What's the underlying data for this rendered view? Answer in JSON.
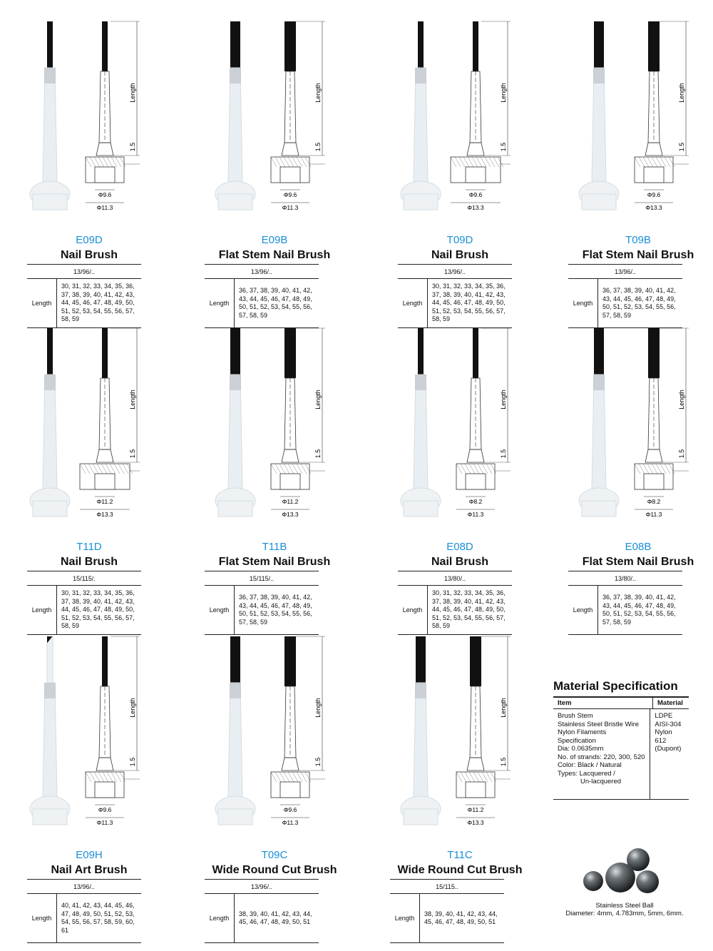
{
  "products": [
    {
      "code": "E09D",
      "name": "Nail Brush",
      "size": "13/96/..",
      "length_label": "Length",
      "lengths": "30, 31, 32, 33, 34, 35, 36, 37, 38, 39, 40, 41, 42, 43, 44, 45, 46, 47, 48, 49, 50, 51, 52, 53, 54, 55, 56, 57, 58, 59",
      "dim_length": "Length",
      "dim_step": "1.5",
      "dim_inner": "Φ9.6",
      "dim_outer": "Φ11.3"
    },
    {
      "code": "E09B",
      "name": "Flat Stem Nail Brush",
      "size": "13/96/..",
      "length_label": "Length",
      "lengths": "36, 37, 38, 39, 40, 41, 42, 43, 44, 45, 46, 47, 48, 49, 50, 51, 52, 53, 54, 55, 56, 57, 58, 59",
      "dim_length": "Length",
      "dim_step": "1.5",
      "dim_inner": "Φ9.6",
      "dim_outer": "Φ11.3"
    },
    {
      "code": "T09D",
      "name": "Nail Brush",
      "size": "13/96/..",
      "length_label": "Length",
      "lengths": "30, 31, 32, 33, 34, 35, 36, 37, 38, 39, 40, 41, 42, 43, 44, 45, 46, 47, 48, 49, 50, 51, 52, 53, 54, 55, 56, 57, 58, 59",
      "dim_length": "Length",
      "dim_step": "1.5",
      "dim_inner": "Φ9.6",
      "dim_outer": "Φ13.3"
    },
    {
      "code": "T09B",
      "name": "Flat Stem Nail Brush",
      "size": "13/96/..",
      "length_label": "Length",
      "lengths": "36, 37, 38, 39, 40, 41, 42, 43, 44, 45, 46, 47, 48, 49, 50, 51, 52, 53, 54, 55, 56, 57, 58, 59",
      "dim_length": "Length",
      "dim_step": "1.5",
      "dim_inner": "Φ9.6",
      "dim_outer": "Φ13.3"
    },
    {
      "code": "T11D",
      "name": "Nail Brush",
      "size": "15/115/.",
      "length_label": "Length",
      "lengths": "30, 31, 32, 33, 34, 35, 36, 37, 38, 39, 40, 41, 42, 43, 44, 45, 46, 47, 48, 49, 50, 51, 52, 53, 54, 55, 56, 57, 58, 59",
      "dim_length": "Length",
      "dim_step": "1.5",
      "dim_inner": "Φ11.2",
      "dim_outer": "Φ13.3"
    },
    {
      "code": "T11B",
      "name": "Flat Stem Nail Brush",
      "size": "15/115/..",
      "length_label": "Length",
      "lengths": "36, 37, 38, 39, 40, 41, 42, 43, 44, 45, 46, 47, 48, 49, 50, 51, 52, 53, 54, 55, 56, 57, 58, 59",
      "dim_length": "Length",
      "dim_step": "1.5",
      "dim_inner": "Φ11.2",
      "dim_outer": "Φ13.3"
    },
    {
      "code": "E08D",
      "name": "Nail Brush",
      "size": "13/80/..",
      "length_label": "Length",
      "lengths": "30, 31, 32, 33, 34, 35, 36, 37, 38, 39, 40, 41, 42, 43, 44, 45, 46, 47, 48, 49, 50, 51, 52, 53, 54, 55, 56, 57, 58, 59",
      "dim_length": "Length",
      "dim_step": "1.5",
      "dim_inner": "Φ8.2",
      "dim_outer": "Φ11.3"
    },
    {
      "code": "E08B",
      "name": "Flat Stem Nail Brush",
      "size": "13/80/..",
      "length_label": "Length",
      "lengths": "36, 37, 38, 39, 40, 41, 42, 43, 44, 45, 46, 47, 48, 49, 50, 51, 52, 53, 54, 55, 56, 57, 58, 59",
      "dim_length": "Length",
      "dim_step": "1.5",
      "dim_inner": "Φ8.2",
      "dim_outer": "Φ11.3"
    },
    {
      "code": "E09H",
      "name": "Nail Art Brush",
      "size": "13/96/..",
      "length_label": "Length",
      "lengths": "40, 41, 42, 43, 44, 45, 46, 47, 48, 49, 50, 51, 52, 53, 54, 55, 56, 57, 58, 59, 60, 61",
      "dim_length": "Length",
      "dim_step": "1.5",
      "dim_inner": "Φ9.6",
      "dim_outer": "Φ11.3"
    },
    {
      "code": "T09C",
      "name": "Wide Round Cut Brush",
      "size": "13/96/..",
      "length_label": "Length",
      "lengths": "38, 39, 40, 41, 42, 43, 44, 45, 46, 47, 48, 49, 50, 51",
      "dim_length": "Length",
      "dim_step": "1.5",
      "dim_inner": "Φ9.6",
      "dim_outer": "Φ11.3"
    },
    {
      "code": "T11C",
      "name": "Wide Round Cut Brush",
      "size": "15/115..",
      "length_label": "Length",
      "lengths": "38, 39, 40, 41, 42, 43, 44, 45, 46, 47, 48, 49, 50, 51",
      "dim_length": "Length",
      "dim_step": "1.5",
      "dim_inner": "Φ11.2",
      "dim_outer": "Φ13.3"
    }
  ],
  "material": {
    "title": "Material Specification",
    "col_item": "Item",
    "col_material": "Material",
    "items": [
      "Brush Stem",
      "Stainless Steel Bristle Wire",
      "Nylon Filaments Specification",
      "Dia: 0.0635mm",
      "No. of strands: 220, 300, 520",
      "Color: Black / Natural",
      "Types: Lacquered /"
    ],
    "items_indented": "Un-lacquered",
    "materials": [
      "LDPE",
      "AISI-304",
      "Nylon 612",
      "(Dupont)"
    ]
  },
  "ball": {
    "caption_1": "Stainless Steel Ball",
    "caption_2": "Diameter: 4mm, 4.783mm, 5mm, 6mm."
  },
  "colors": {
    "code_blue": "#1a8fd6",
    "bristle": "#111111",
    "stem": "#e8eef2"
  }
}
